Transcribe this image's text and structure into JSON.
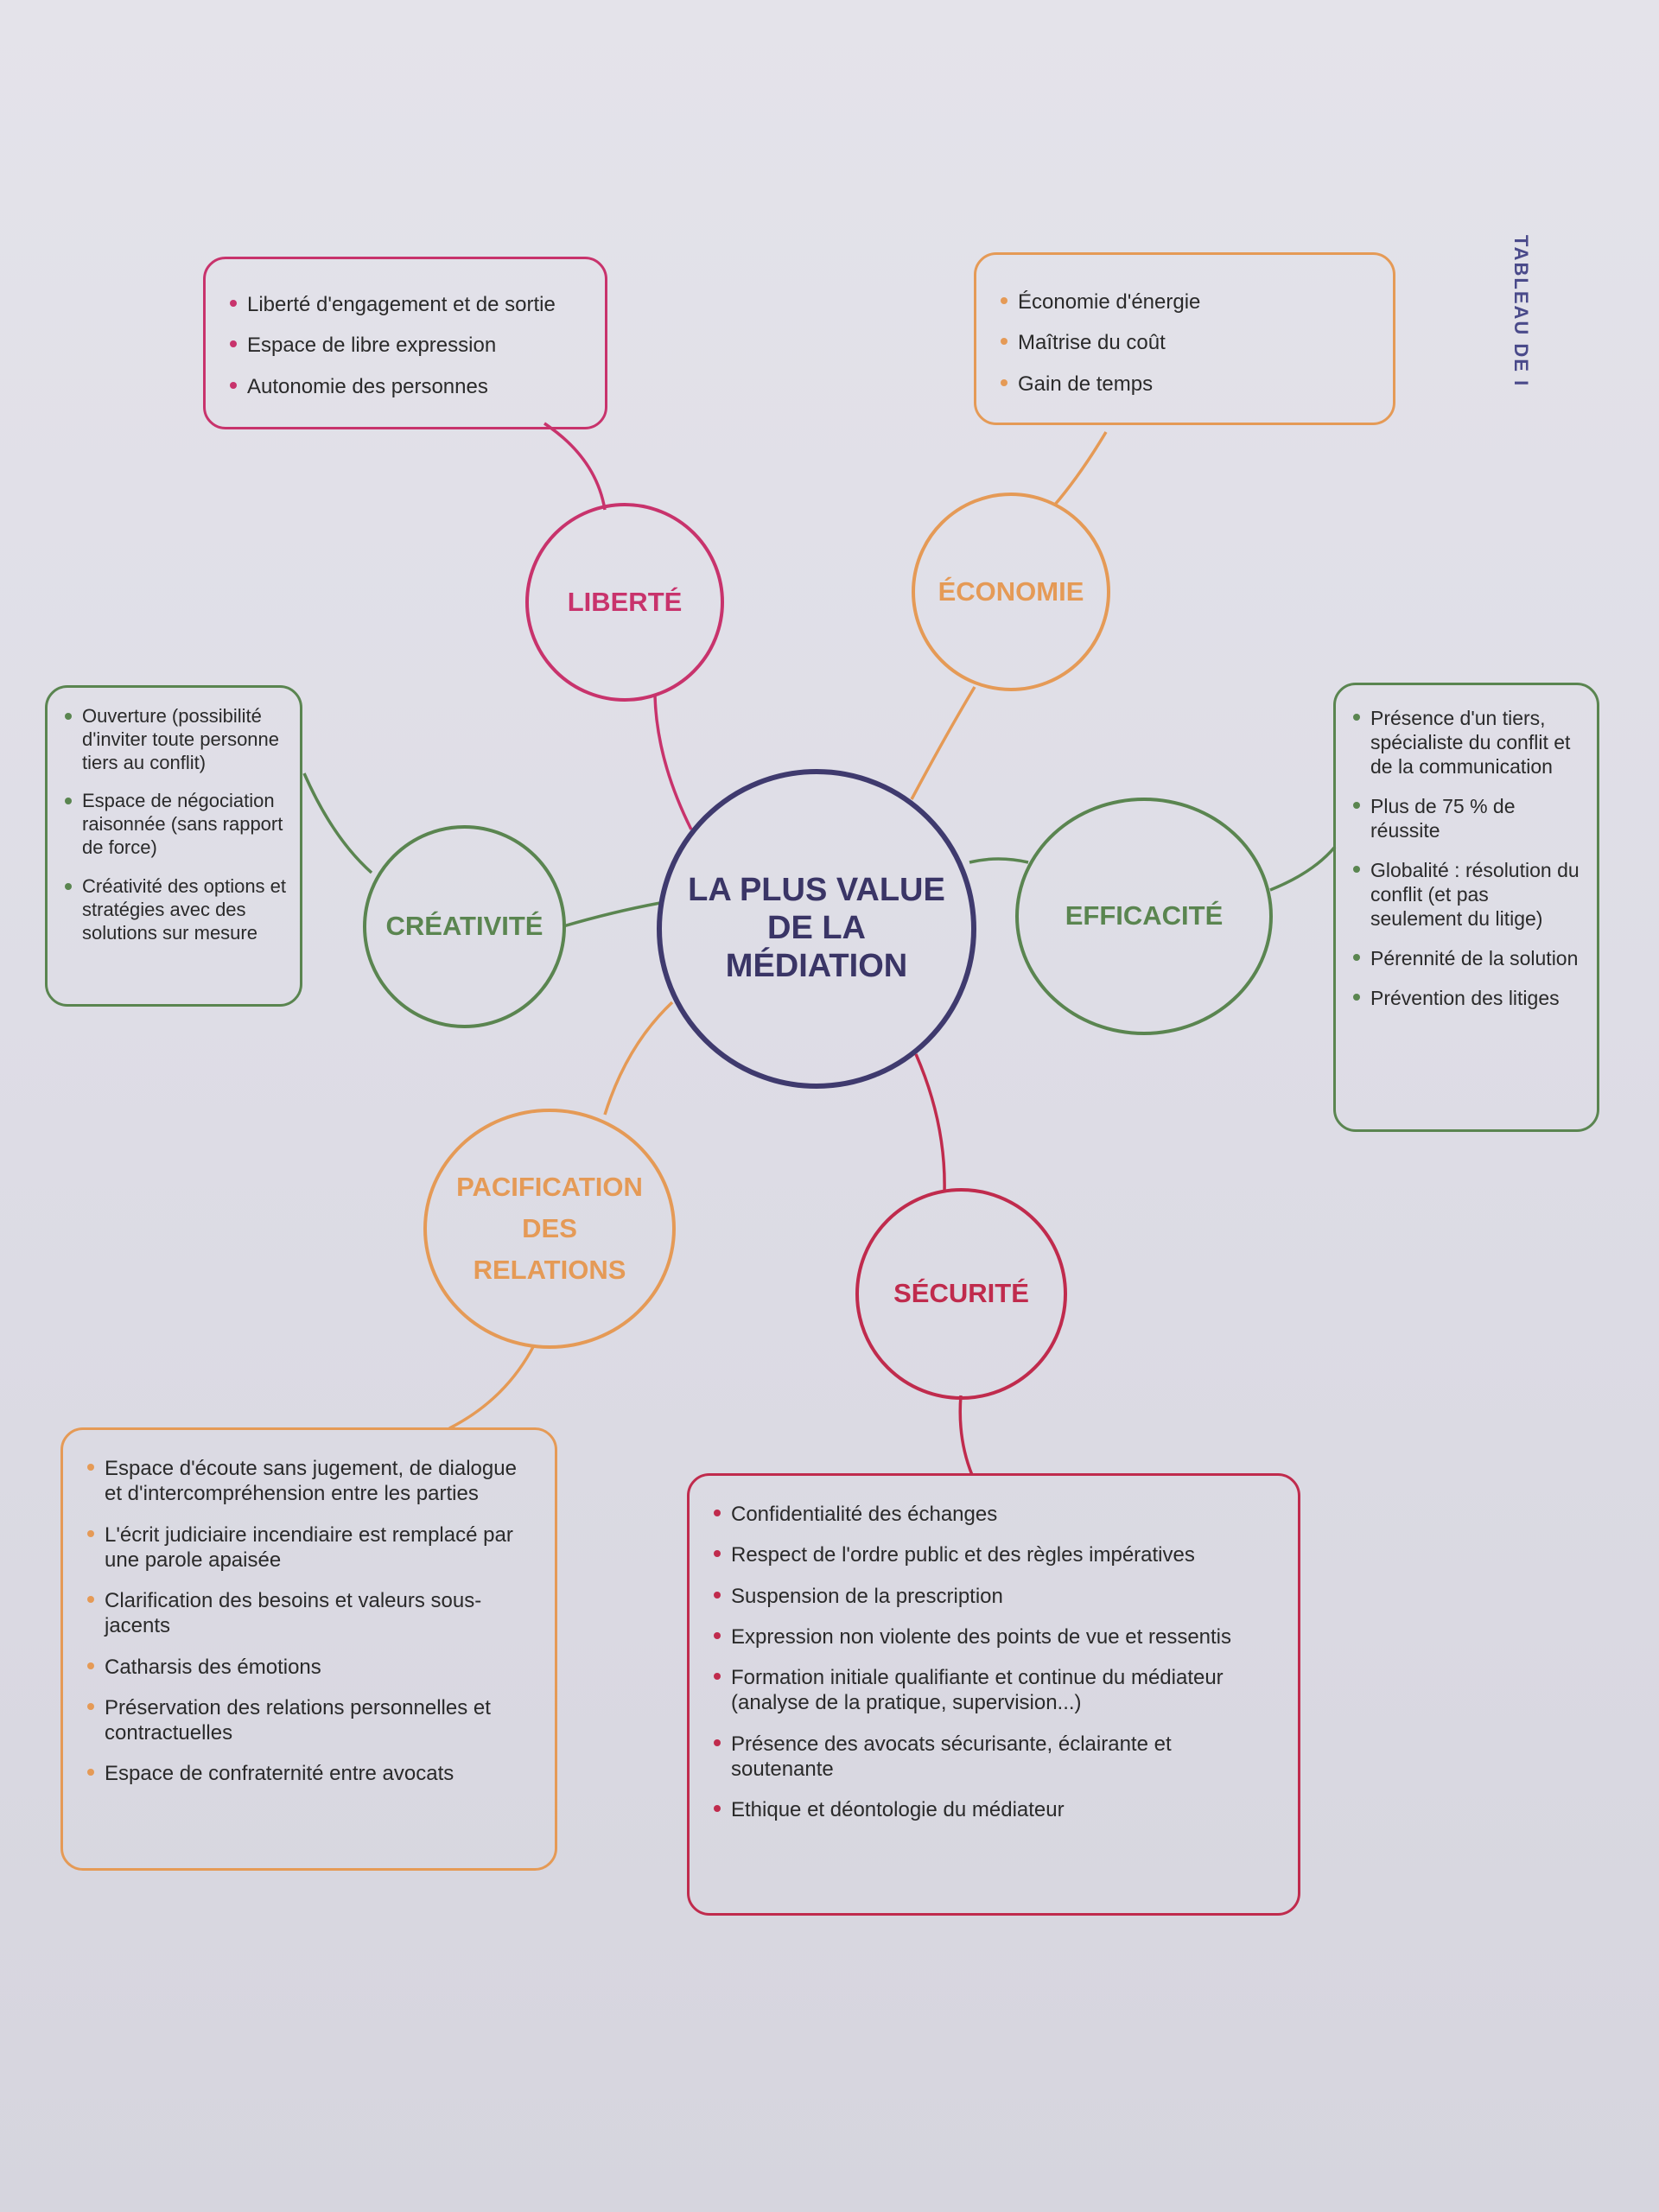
{
  "side_label": "TABLEAU DE I",
  "center": {
    "label": "LA PLUS VALUE DE LA MÉDIATION"
  },
  "colors": {
    "center": "#3f3a6e",
    "liberte": "#c8336c",
    "economie": "#e59a56",
    "creativite": "#5a8550",
    "efficacite": "#5a8550",
    "pacification": "#e59a56",
    "securite": "#c02b4d"
  },
  "nodes": {
    "liberte": {
      "label": "LIBERTÉ",
      "items": [
        "Liberté d'engagement et de sortie",
        "Espace de libre expression",
        "Autonomie des personnes"
      ]
    },
    "economie": {
      "label": "ÉCONOMIE",
      "items": [
        "Économie d'énergie",
        "Maîtrise du coût",
        "Gain de temps"
      ]
    },
    "creativite": {
      "label": "CRÉATIVITÉ",
      "items": [
        "Ouverture (possibilité d'inviter toute personne tiers au conflit)",
        "Espace de négociation raisonnée (sans rapport de force)",
        "Créativité des options et stratégies avec des solutions sur mesure"
      ]
    },
    "efficacite": {
      "label": "EFFICACITÉ",
      "items": [
        "Présence d'un tiers, spécialiste du conflit et de la communication",
        "Plus de 75 % de réussite",
        "Globalité : résolution du conflit (et pas seulement du litige)",
        "Pérennité de la solution",
        "Prévention des litiges"
      ]
    },
    "pacification": {
      "label": "PACIFICATION DES RELATIONS",
      "items": [
        "Espace d'écoute sans jugement, de dialogue et d'intercompréhension entre les parties",
        "L'écrit judiciaire incendiaire est remplacé par une parole apaisée",
        "Clarification des besoins et valeurs sous-jacents",
        "Catharsis des émotions",
        "Préservation des relations personnelles et contractuelles",
        "Espace de confraternité entre avocats"
      ]
    },
    "securite": {
      "label": "SÉCURITÉ",
      "items": [
        "Confidentialité des échanges",
        "Respect de l'ordre public et des règles impératives",
        "Suspension de la prescription",
        "Expression non violente des points de vue et ressentis",
        "Formation initiale qualifiante et continue du médiateur (analyse de la pratique, supervision...)",
        "Présence des avocats sécurisante, éclairante et soutenante",
        "Ethique et déontologie du médiateur"
      ]
    }
  }
}
